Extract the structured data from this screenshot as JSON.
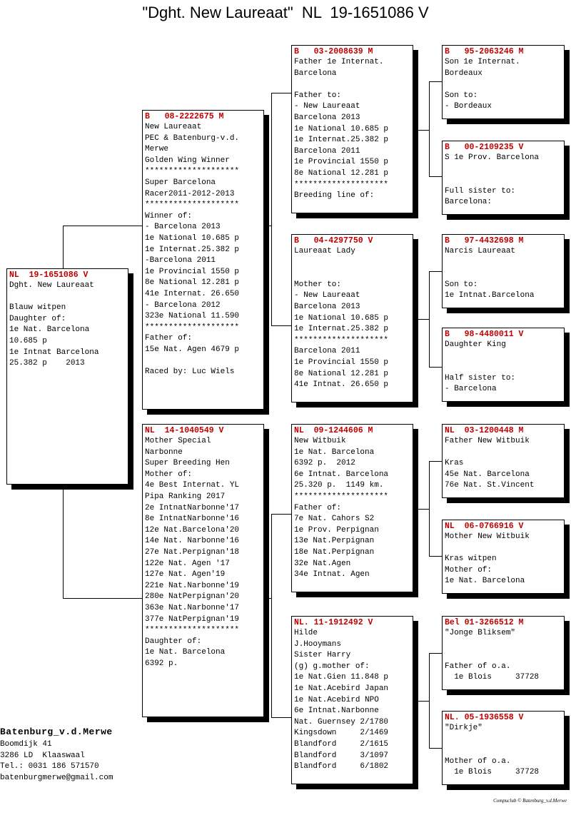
{
  "title": "\"Dght. New Laureaat\"  NL  19-1651086 V",
  "cards": {
    "c0": {
      "ring": "NL  19-1651086 V",
      "lines": [
        "Dght. New Laureaat",
        "",
        "Blauw witpen",
        "Daughter of:",
        "1e Nat. Barcelona",
        "10.685 p",
        "1e Intnat Barcelona",
        "25.382 p    2013"
      ]
    },
    "c1": {
      "ring": "B   08-2222675 M",
      "lines": [
        "New Laureaat",
        "PEC & Batenburg-v.d.",
        "Merwe",
        "Golden Wing Winner",
        "********************",
        "Super Barcelona",
        "Racer2011-2012-2013",
        "********************",
        "Winner of:",
        "- Barcelona 2013",
        "1e National 10.685 p",
        "1e Internat.25.382 p",
        "-Barcelona 2011",
        "1e Provincial 1550 p",
        "8e National 12.281 p",
        "41e Internat. 26.650",
        "- Barcelona 2012",
        "323e National 11.590",
        "********************",
        "Father of:",
        "15e Nat. Agen 4679 p",
        "",
        "Raced by: Luc Wiels"
      ]
    },
    "c2": {
      "ring": "NL  14-1040549 V",
      "lines": [
        "Mother Special",
        "Narbonne",
        "Super Breeding Hen",
        "Mother of:",
        "4e Best Internat. YL",
        "Pipa Ranking 2017",
        "2e IntnatNarbonne'17",
        "8e IntnatNarbonne'16",
        "12e Nat.Barcelona'20",
        "14e Nat. Narbonne'16",
        "27e Nat.Perpignan'18",
        "122e Nat. Agen '17",
        "127e Nat. Agen'19",
        "221e Nat.Narbonne'19",
        "280e NatPerpignan'20",
        "363e Nat.Narbonne'17",
        "377e NatPerpignan'19",
        "********************",
        "Daughter of:",
        "1e Nat. Barcelona",
        "6392 p."
      ]
    },
    "c3": {
      "ring": "B   03-2008639 M",
      "lines": [
        "Father 1e Internat.",
        "Barcelona",
        "",
        "Father to:",
        "- New Laureaat",
        "Barcelona 2013",
        "1e National 10.685 p",
        "1e Internat.25.382 p",
        "Barcelona 2011",
        "1e Provincial 1550 p",
        "8e National 12.281 p",
        "********************",
        "Breeding line of:"
      ]
    },
    "c4": {
      "ring": "B   04-4297750 V",
      "lines": [
        "Laureaat Lady",
        "",
        "",
        "Mother to:",
        "- New Laureaat",
        "Barcelona 2013",
        "1e National 10.685 p",
        "1e Internat.25.382 p",
        "********************",
        "Barcelona 2011",
        "1e Provincial 1550 p",
        "8e National 12.281 p",
        "41e Intnat. 26.650 p"
      ]
    },
    "c5": {
      "ring": "NL  09-1244606 M",
      "lines": [
        "New Witbuik",
        "1e Nat. Barcelona",
        "6392 p.  2012",
        "6e Intnat. Barcelona",
        "25.320 p.  1149 km.",
        "********************",
        "Father of:",
        "7e Nat. Cahors S2",
        "1e Prov. Perpignan",
        "13e Nat.Perpignan",
        "18e Nat.Perpignan",
        "32e Nat.Agen",
        "34e Intnat. Agen"
      ]
    },
    "c6": {
      "ring": "NL. 11-1912492 V",
      "lines": [
        "Hilde",
        "J.Hooymans",
        "Sister Harry",
        "(g) g.mother of:",
        "1e Nat.Gien 11.848 p",
        "1e Nat.Acebird Japan",
        "1e Nat.Acebird NPO",
        "6e Intnat.Narbonne",
        "Nat. Guernsey 2/1780",
        "Kingsdown     2/1469",
        "Blandford     2/1615",
        "Blandford     3/1097",
        "Blandford     6/1802"
      ]
    },
    "c7": {
      "ring": "B   95-2063246 M",
      "lines": [
        "Son 1e Internat.",
        "Bordeaux",
        "",
        "Son to:",
        "- Bordeaux"
      ]
    },
    "c8": {
      "ring": "B   00-2109235 V",
      "lines": [
        "S 1e Prov. Barcelona",
        "",
        "",
        "Full sister to:",
        "Barcelona:"
      ]
    },
    "c9": {
      "ring": "B   97-4432698 M",
      "lines": [
        "Narcis Laureaat",
        "",
        "",
        "Son to:",
        "1e Intnat.Barcelona"
      ]
    },
    "c10": {
      "ring": "B   98-4480011 V",
      "lines": [
        "Daughter King",
        "",
        "",
        "Half sister to:",
        "- Barcelona"
      ]
    },
    "c11": {
      "ring": "NL  03-1200448 M",
      "lines": [
        "Father New Witbuik",
        "",
        "Kras",
        "45e Nat. Barcelona",
        "76e Nat. St.Vincent"
      ]
    },
    "c12": {
      "ring": "NL  06-0766916 V",
      "lines": [
        "Mother New Witbuik",
        "",
        "Kras witpen",
        "Mother of:",
        "1e Nat. Barcelona"
      ]
    },
    "c13": {
      "ring": "Bel 01-3266512 M",
      "lines": [
        "\"Jonge Bliksem\"",
        "",
        "",
        "Father of o.a.",
        "  1e Blois     37728"
      ]
    },
    "c14": {
      "ring": "NL. 05-1936558 V",
      "lines": [
        "\"Dirkje\"",
        "",
        "",
        "Mother of o.a.",
        "  1e Blois     37728"
      ]
    }
  },
  "breeder": {
    "name": "Batenburg_v.d.Merwe",
    "lines": [
      "Boomdijk 41",
      "3286 LD  Klaaswaal",
      "Tel.: 0031 186 571570",
      "batenburgmerwe@gmail.com"
    ]
  },
  "credit": "Compuclub © Batenburg_v.d.Merwe"
}
